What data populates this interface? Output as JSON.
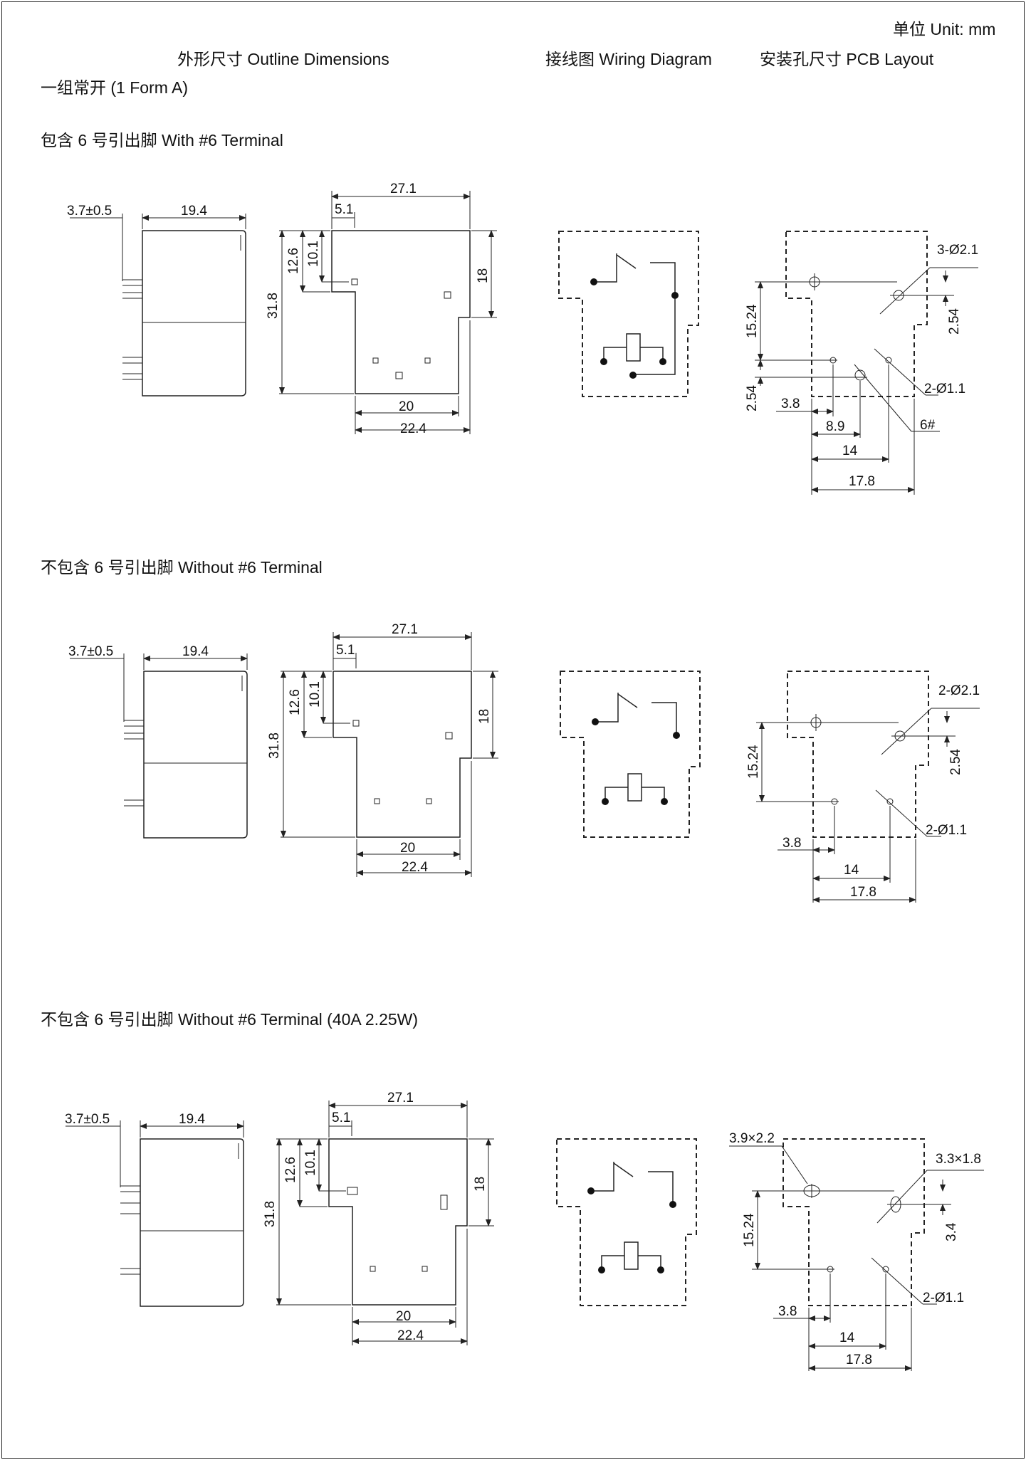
{
  "header": {
    "unit": "单位 Unit: mm",
    "col_outline": "外形尺寸 Outline Dimensions",
    "col_wiring": "接线图 Wiring Diagram",
    "col_pcb": "安装孔尺寸 PCB Layout"
  },
  "form": "一组常开 (1 Form A)",
  "sections": [
    {
      "title": "包含 6 号引出脚 With #6 Terminal",
      "side": {
        "pin_len": "3.7±0.5",
        "depth": "19.4"
      },
      "front": {
        "width": "27.1",
        "offset": "5.1",
        "h1": "12.6",
        "h2": "10.1",
        "height": "31.8",
        "right": "18",
        "bottom1": "20",
        "bottom2": "22.4"
      },
      "pcb": {
        "hole_a": "3-Ø2.1",
        "pitch_v": "2.54",
        "hole_b": "2-Ø1.1",
        "row": "15.24",
        "pitch_v2": "2.54",
        "x1": "3.8",
        "x2": "8.9",
        "x3": "14",
        "x4": "17.8",
        "term": "6#"
      }
    },
    {
      "title": "不包含 6 号引出脚 Without #6 Terminal",
      "side": {
        "pin_len": "3.7±0.5",
        "depth": "19.4"
      },
      "front": {
        "width": "27.1",
        "offset": "5.1",
        "h1": "12.6",
        "h2": "10.1",
        "height": "31.8",
        "right": "18",
        "bottom1": "20",
        "bottom2": "22.4"
      },
      "pcb": {
        "hole_a": "2-Ø2.1",
        "pitch_v": "2.54",
        "hole_b": "2-Ø1.1",
        "row": "15.24",
        "x1": "3.8",
        "x3": "14",
        "x4": "17.8"
      }
    },
    {
      "title": "不包含 6 号引出脚 Without #6 Terminal (40A  2.25W)",
      "side": {
        "pin_len": "3.7±0.5",
        "depth": "19.4"
      },
      "front": {
        "width": "27.1",
        "offset": "5.1",
        "h1": "12.6",
        "h2": "10.1",
        "height": "31.8",
        "right": "18",
        "bottom1": "20",
        "bottom2": "22.4"
      },
      "pcb": {
        "hole_a": "3.9×2.2",
        "hole_c": "3.3×1.8",
        "pitch_v": "3.4",
        "hole_b": "2-Ø1.1",
        "row": "15.24",
        "x1": "3.8",
        "x3": "14",
        "x4": "17.8"
      }
    }
  ]
}
